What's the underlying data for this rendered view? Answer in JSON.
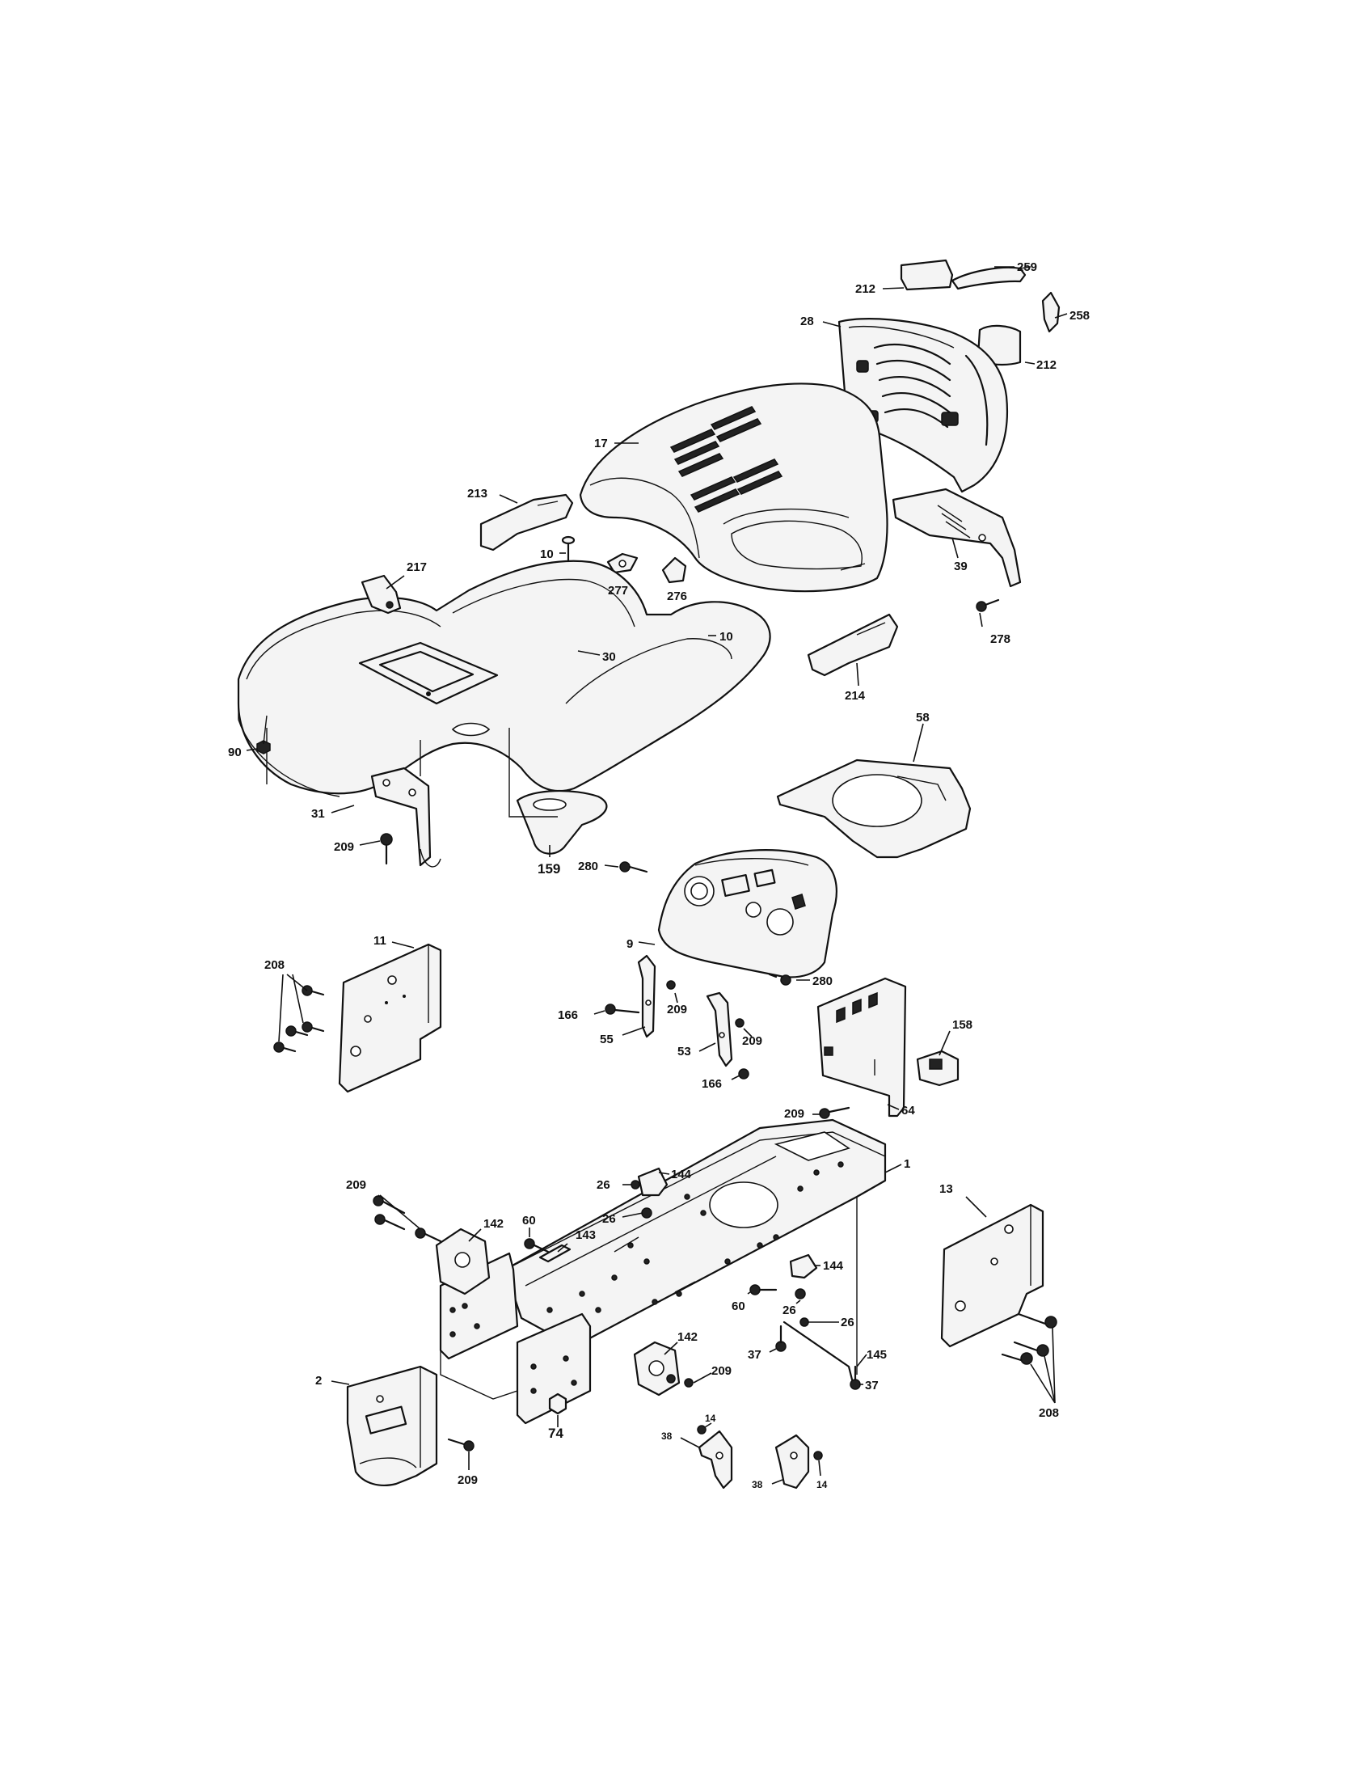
{
  "diagram": {
    "callouts": [
      {
        "id": "c259",
        "text": "259"
      },
      {
        "id": "c212a",
        "text": "212"
      },
      {
        "id": "c258",
        "text": "258"
      },
      {
        "id": "c28",
        "text": "28"
      },
      {
        "id": "c212b",
        "text": "212"
      },
      {
        "id": "c17",
        "text": "17"
      },
      {
        "id": "c213",
        "text": "213"
      },
      {
        "id": "c10a",
        "text": "10"
      },
      {
        "id": "c277",
        "text": "277"
      },
      {
        "id": "c276",
        "text": "276"
      },
      {
        "id": "c39",
        "text": "39"
      },
      {
        "id": "c217",
        "text": "217"
      },
      {
        "id": "c278",
        "text": "278"
      },
      {
        "id": "c10b",
        "text": "10"
      },
      {
        "id": "c30",
        "text": "30"
      },
      {
        "id": "c214",
        "text": "214"
      },
      {
        "id": "c90",
        "text": "90"
      },
      {
        "id": "c58",
        "text": "58"
      },
      {
        "id": "c31",
        "text": "31"
      },
      {
        "id": "c209a",
        "text": "209"
      },
      {
        "id": "c159",
        "text": "159"
      },
      {
        "id": "c280a",
        "text": "280"
      },
      {
        "id": "c208a",
        "text": "208"
      },
      {
        "id": "c11",
        "text": "11"
      },
      {
        "id": "c9",
        "text": "9"
      },
      {
        "id": "c280b",
        "text": "280"
      },
      {
        "id": "c209b",
        "text": "209"
      },
      {
        "id": "c166a",
        "text": "166"
      },
      {
        "id": "c55",
        "text": "55"
      },
      {
        "id": "c209c",
        "text": "209"
      },
      {
        "id": "c158",
        "text": "158"
      },
      {
        "id": "c53",
        "text": "53"
      },
      {
        "id": "c166b",
        "text": "166"
      },
      {
        "id": "c209d",
        "text": "209"
      },
      {
        "id": "c64",
        "text": "64"
      },
      {
        "id": "c1",
        "text": "1"
      },
      {
        "id": "c144a",
        "text": "144"
      },
      {
        "id": "c209e",
        "text": "209"
      },
      {
        "id": "c26a",
        "text": "26"
      },
      {
        "id": "c13",
        "text": "13"
      },
      {
        "id": "c60a",
        "text": "60"
      },
      {
        "id": "c26b",
        "text": "26"
      },
      {
        "id": "c142a",
        "text": "142"
      },
      {
        "id": "c143",
        "text": "143"
      },
      {
        "id": "c144b",
        "text": "144"
      },
      {
        "id": "c60b",
        "text": "60"
      },
      {
        "id": "c26c",
        "text": "26"
      },
      {
        "id": "c26d",
        "text": "26"
      },
      {
        "id": "c142b",
        "text": "142"
      },
      {
        "id": "c209f",
        "text": "209"
      },
      {
        "id": "c37a",
        "text": "37"
      },
      {
        "id": "c145",
        "text": "145"
      },
      {
        "id": "c37b",
        "text": "37"
      },
      {
        "id": "c2",
        "text": "2"
      },
      {
        "id": "c208b",
        "text": "208"
      },
      {
        "id": "c74",
        "text": "74"
      },
      {
        "id": "c14a",
        "text": "14"
      },
      {
        "id": "c38a",
        "text": "38"
      },
      {
        "id": "c209g",
        "text": "209"
      },
      {
        "id": "c38b",
        "text": "38"
      },
      {
        "id": "c14b",
        "text": "14"
      }
    ]
  }
}
